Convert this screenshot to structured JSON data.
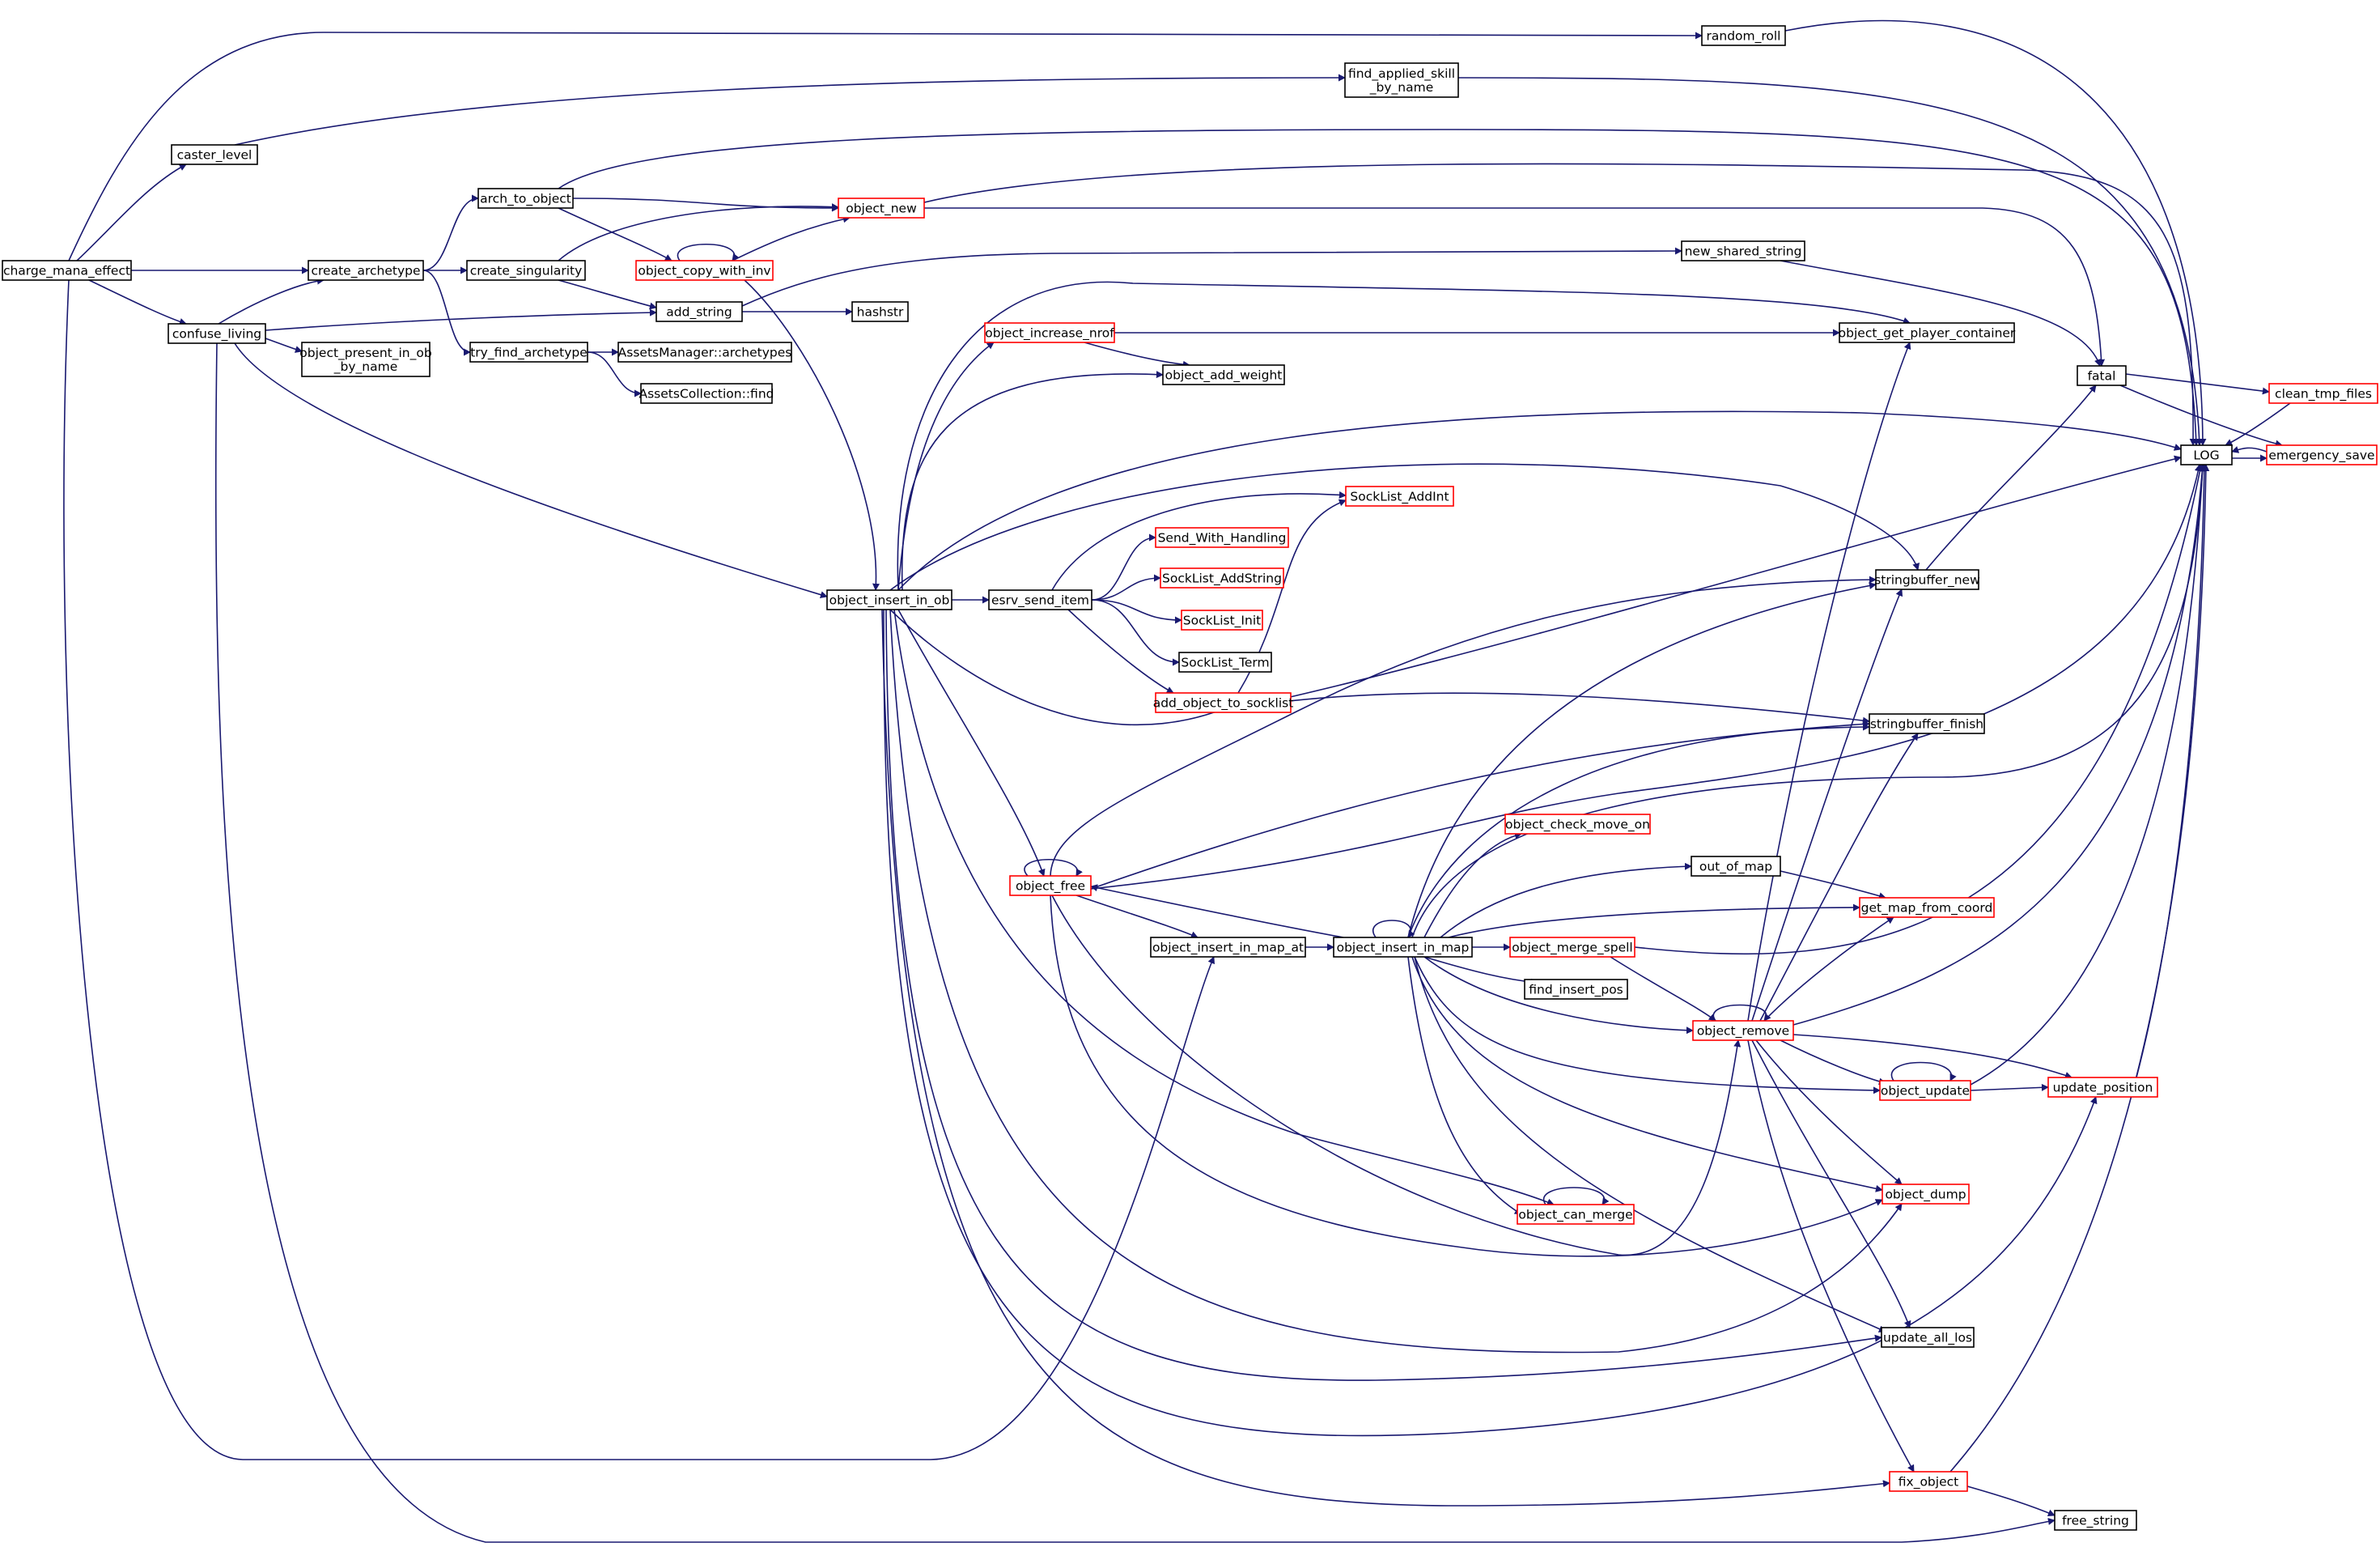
{
  "colors": {
    "edge": "#191970",
    "border_plain": "#000000",
    "border_truncated": "#ff0000",
    "root_fill": "#bfbfbf",
    "node_fill": "#ffffff"
  },
  "root": "charge_mana_effect",
  "nodes": [
    {
      "id": "charge_mana_effect",
      "label": "charge_mana_effect",
      "style": "root"
    },
    {
      "id": "random_roll",
      "label": "random_roll",
      "style": "plain"
    },
    {
      "id": "find_applied_skill_by_name",
      "label": "find_applied_skill\n_by_name",
      "style": "plain"
    },
    {
      "id": "caster_level",
      "label": "caster_level",
      "style": "plain"
    },
    {
      "id": "arch_to_object",
      "label": "arch_to_object",
      "style": "plain"
    },
    {
      "id": "object_new",
      "label": "object_new",
      "style": "truncated"
    },
    {
      "id": "create_archetype",
      "label": "create_archetype",
      "style": "plain"
    },
    {
      "id": "create_singularity",
      "label": "create_singularity",
      "style": "plain"
    },
    {
      "id": "object_copy_with_inv",
      "label": "object_copy_with_inv",
      "style": "truncated"
    },
    {
      "id": "new_shared_string",
      "label": "new_shared_string",
      "style": "plain"
    },
    {
      "id": "add_string",
      "label": "add_string",
      "style": "plain"
    },
    {
      "id": "hashstr",
      "label": "hashstr",
      "style": "plain"
    },
    {
      "id": "confuse_living",
      "label": "confuse_living",
      "style": "plain"
    },
    {
      "id": "object_present_in_ob_by_name",
      "label": "object_present_in_ob\n_by_name",
      "style": "plain"
    },
    {
      "id": "try_find_archetype",
      "label": "try_find_archetype",
      "style": "plain"
    },
    {
      "id": "AssetsManager_archetypes",
      "label": "AssetsManager::archetypes",
      "style": "plain"
    },
    {
      "id": "AssetsCollection_find",
      "label": "AssetsCollection::find",
      "style": "plain"
    },
    {
      "id": "object_increase_nrof",
      "label": "object_increase_nrof",
      "style": "truncated"
    },
    {
      "id": "object_add_weight",
      "label": "object_add_weight",
      "style": "plain"
    },
    {
      "id": "object_get_player_container",
      "label": "object_get_player_container",
      "style": "plain"
    },
    {
      "id": "fatal",
      "label": "fatal",
      "style": "plain"
    },
    {
      "id": "clean_tmp_files",
      "label": "clean_tmp_files",
      "style": "truncated"
    },
    {
      "id": "LOG",
      "label": "LOG",
      "style": "plain"
    },
    {
      "id": "emergency_save",
      "label": "emergency_save",
      "style": "truncated"
    },
    {
      "id": "SockList_AddInt",
      "label": "SockList_AddInt",
      "style": "truncated"
    },
    {
      "id": "Send_With_Handling",
      "label": "Send_With_Handling",
      "style": "truncated"
    },
    {
      "id": "SockList_AddString",
      "label": "SockList_AddString",
      "style": "truncated"
    },
    {
      "id": "object_insert_in_ob",
      "label": "object_insert_in_ob",
      "style": "plain"
    },
    {
      "id": "esrv_send_item",
      "label": "esrv_send_item",
      "style": "plain"
    },
    {
      "id": "SockList_Init",
      "label": "SockList_Init",
      "style": "truncated"
    },
    {
      "id": "SockList_Term",
      "label": "SockList_Term",
      "style": "plain"
    },
    {
      "id": "add_object_to_socklist",
      "label": "add_object_to_socklist",
      "style": "truncated"
    },
    {
      "id": "stringbuffer_new",
      "label": "stringbuffer_new",
      "style": "plain"
    },
    {
      "id": "stringbuffer_finish",
      "label": "stringbuffer_finish",
      "style": "plain"
    },
    {
      "id": "object_check_move_on",
      "label": "object_check_move_on",
      "style": "truncated"
    },
    {
      "id": "out_of_map",
      "label": "out_of_map",
      "style": "plain"
    },
    {
      "id": "object_free",
      "label": "object_free",
      "style": "truncated"
    },
    {
      "id": "get_map_from_coord",
      "label": "get_map_from_coord",
      "style": "truncated"
    },
    {
      "id": "object_insert_in_map_at",
      "label": "object_insert_in_map_at",
      "style": "plain"
    },
    {
      "id": "object_insert_in_map",
      "label": "object_insert_in_map",
      "style": "plain"
    },
    {
      "id": "object_merge_spell",
      "label": "object_merge_spell",
      "style": "truncated"
    },
    {
      "id": "find_insert_pos",
      "label": "find_insert_pos",
      "style": "plain"
    },
    {
      "id": "object_remove",
      "label": "object_remove",
      "style": "truncated"
    },
    {
      "id": "object_update",
      "label": "object_update",
      "style": "truncated"
    },
    {
      "id": "update_position",
      "label": "update_position",
      "style": "truncated"
    },
    {
      "id": "object_can_merge",
      "label": "object_can_merge",
      "style": "truncated"
    },
    {
      "id": "object_dump",
      "label": "object_dump",
      "style": "truncated"
    },
    {
      "id": "update_all_los",
      "label": "update_all_los",
      "style": "plain"
    },
    {
      "id": "fix_object",
      "label": "fix_object",
      "style": "truncated"
    },
    {
      "id": "free_string",
      "label": "free_string",
      "style": "plain"
    }
  ],
  "edges": [
    [
      "charge_mana_effect",
      "random_roll"
    ],
    [
      "charge_mana_effect",
      "caster_level"
    ],
    [
      "charge_mana_effect",
      "create_archetype"
    ],
    [
      "charge_mana_effect",
      "confuse_living"
    ],
    [
      "charge_mana_effect",
      "object_insert_in_map_at"
    ],
    [
      "caster_level",
      "find_applied_skill_by_name"
    ],
    [
      "random_roll",
      "LOG"
    ],
    [
      "find_applied_skill_by_name",
      "LOG"
    ],
    [
      "create_archetype",
      "arch_to_object"
    ],
    [
      "create_archetype",
      "create_singularity"
    ],
    [
      "create_archetype",
      "try_find_archetype"
    ],
    [
      "arch_to_object",
      "object_new"
    ],
    [
      "arch_to_object",
      "object_copy_with_inv"
    ],
    [
      "arch_to_object",
      "LOG"
    ],
    [
      "create_singularity",
      "object_new"
    ],
    [
      "create_singularity",
      "add_string"
    ],
    [
      "object_copy_with_inv",
      "object_copy_with_inv"
    ],
    [
      "object_copy_with_inv",
      "object_new"
    ],
    [
      "object_copy_with_inv",
      "object_insert_in_ob"
    ],
    [
      "object_new",
      "LOG"
    ],
    [
      "object_new",
      "fatal"
    ],
    [
      "confuse_living",
      "create_archetype"
    ],
    [
      "confuse_living",
      "add_string"
    ],
    [
      "confuse_living",
      "object_present_in_ob_by_name"
    ],
    [
      "confuse_living",
      "object_insert_in_ob"
    ],
    [
      "confuse_living",
      "free_string"
    ],
    [
      "try_find_archetype",
      "AssetsManager_archetypes"
    ],
    [
      "try_find_archetype",
      "AssetsCollection_find"
    ],
    [
      "add_string",
      "new_shared_string"
    ],
    [
      "add_string",
      "hashstr"
    ],
    [
      "new_shared_string",
      "fatal"
    ],
    [
      "object_insert_in_ob",
      "object_increase_nrof"
    ],
    [
      "object_insert_in_ob",
      "object_add_weight"
    ],
    [
      "object_insert_in_ob",
      "object_get_player_container"
    ],
    [
      "object_insert_in_ob",
      "LOG"
    ],
    [
      "object_insert_in_ob",
      "esrv_send_item"
    ],
    [
      "object_insert_in_ob",
      "stringbuffer_new"
    ],
    [
      "object_insert_in_ob",
      "stringbuffer_finish"
    ],
    [
      "object_insert_in_ob",
      "object_free"
    ],
    [
      "object_insert_in_ob",
      "object_can_merge"
    ],
    [
      "object_insert_in_ob",
      "object_dump"
    ],
    [
      "object_insert_in_ob",
      "update_all_los"
    ],
    [
      "object_insert_in_ob",
      "update_position"
    ],
    [
      "object_insert_in_ob",
      "fix_object"
    ],
    [
      "object_increase_nrof",
      "object_get_player_container"
    ],
    [
      "object_increase_nrof",
      "object_add_weight"
    ],
    [
      "esrv_send_item",
      "SockList_AddInt"
    ],
    [
      "esrv_send_item",
      "Send_With_Handling"
    ],
    [
      "esrv_send_item",
      "SockList_AddString"
    ],
    [
      "esrv_send_item",
      "SockList_Init"
    ],
    [
      "esrv_send_item",
      "SockList_Term"
    ],
    [
      "esrv_send_item",
      "add_object_to_socklist"
    ],
    [
      "add_object_to_socklist",
      "SockList_AddInt"
    ],
    [
      "add_object_to_socklist",
      "LOG"
    ],
    [
      "fatal",
      "clean_tmp_files"
    ],
    [
      "fatal",
      "emergency_save"
    ],
    [
      "clean_tmp_files",
      "LOG"
    ],
    [
      "LOG",
      "emergency_save"
    ],
    [
      "emergency_save",
      "LOG"
    ],
    [
      "stringbuffer_new",
      "fatal"
    ],
    [
      "object_free",
      "object_free"
    ],
    [
      "object_free",
      "stringbuffer_new"
    ],
    [
      "object_free",
      "stringbuffer_finish"
    ],
    [
      "object_free",
      "LOG"
    ],
    [
      "object_free",
      "object_insert_in_map_at"
    ],
    [
      "object_free",
      "object_remove"
    ],
    [
      "object_free",
      "object_dump"
    ],
    [
      "object_insert_in_map_at",
      "object_insert_in_map"
    ],
    [
      "object_insert_in_map",
      "object_insert_in_map"
    ],
    [
      "object_insert_in_map",
      "object_free"
    ],
    [
      "object_insert_in_map",
      "stringbuffer_new"
    ],
    [
      "object_insert_in_map",
      "stringbuffer_finish"
    ],
    [
      "object_insert_in_map",
      "LOG"
    ],
    [
      "object_insert_in_map",
      "object_check_move_on"
    ],
    [
      "object_insert_in_map",
      "out_of_map"
    ],
    [
      "object_insert_in_map",
      "get_map_from_coord"
    ],
    [
      "object_insert_in_map",
      "object_merge_spell"
    ],
    [
      "object_insert_in_map",
      "find_insert_pos"
    ],
    [
      "object_insert_in_map",
      "object_remove"
    ],
    [
      "object_insert_in_map",
      "object_update"
    ],
    [
      "object_insert_in_map",
      "object_can_merge"
    ],
    [
      "object_insert_in_map",
      "object_dump"
    ],
    [
      "object_insert_in_map",
      "update_all_los"
    ],
    [
      "out_of_map",
      "get_map_from_coord"
    ],
    [
      "object_merge_spell",
      "object_remove"
    ],
    [
      "object_merge_spell",
      "LOG"
    ],
    [
      "object_remove",
      "object_remove"
    ],
    [
      "object_remove",
      "object_get_player_container"
    ],
    [
      "object_remove",
      "stringbuffer_new"
    ],
    [
      "object_remove",
      "stringbuffer_finish"
    ],
    [
      "object_remove",
      "get_map_from_coord"
    ],
    [
      "object_remove",
      "LOG"
    ],
    [
      "object_remove",
      "object_update"
    ],
    [
      "object_remove",
      "update_position"
    ],
    [
      "object_remove",
      "object_dump"
    ],
    [
      "object_remove",
      "update_all_los"
    ],
    [
      "object_remove",
      "fix_object"
    ],
    [
      "object_update",
      "object_update"
    ],
    [
      "object_update",
      "update_position"
    ],
    [
      "object_update",
      "LOG"
    ],
    [
      "update_position",
      "LOG"
    ],
    [
      "object_can_merge",
      "object_can_merge"
    ],
    [
      "fix_object",
      "LOG"
    ],
    [
      "fix_object",
      "free_string"
    ]
  ]
}
